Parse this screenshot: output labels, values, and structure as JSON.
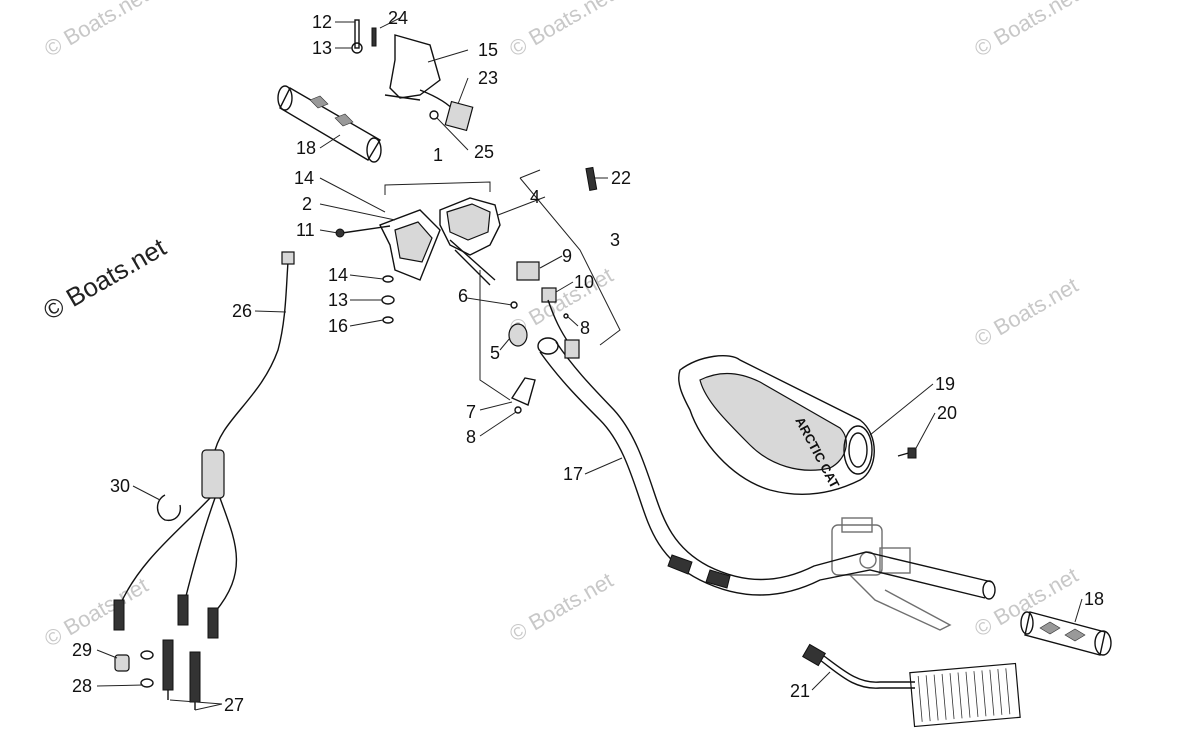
{
  "watermark": {
    "main": "© Boats.net",
    "faint": "© Boats.net"
  },
  "callouts": [
    {
      "id": "c1",
      "text": "1"
    },
    {
      "id": "c2",
      "text": "2"
    },
    {
      "id": "c3",
      "text": "3"
    },
    {
      "id": "c4",
      "text": "4"
    },
    {
      "id": "c5",
      "text": "5"
    },
    {
      "id": "c6",
      "text": "6"
    },
    {
      "id": "c7",
      "text": "7"
    },
    {
      "id": "c8a",
      "text": "8"
    },
    {
      "id": "c8b",
      "text": "8"
    },
    {
      "id": "c9",
      "text": "9"
    },
    {
      "id": "c10",
      "text": "10"
    },
    {
      "id": "c11",
      "text": "11"
    },
    {
      "id": "c12",
      "text": "12"
    },
    {
      "id": "c13a",
      "text": "13"
    },
    {
      "id": "c13b",
      "text": "13"
    },
    {
      "id": "c14a",
      "text": "14"
    },
    {
      "id": "c14b",
      "text": "14"
    },
    {
      "id": "c15",
      "text": "15"
    },
    {
      "id": "c16",
      "text": "16"
    },
    {
      "id": "c17",
      "text": "17"
    },
    {
      "id": "c18a",
      "text": "18"
    },
    {
      "id": "c18b",
      "text": "18"
    },
    {
      "id": "c19",
      "text": "19"
    },
    {
      "id": "c20",
      "text": "20"
    },
    {
      "id": "c21",
      "text": "21"
    },
    {
      "id": "c22",
      "text": "22"
    },
    {
      "id": "c23",
      "text": "23"
    },
    {
      "id": "c24",
      "text": "24"
    },
    {
      "id": "c25",
      "text": "25"
    },
    {
      "id": "c26",
      "text": "26"
    },
    {
      "id": "c27",
      "text": "27"
    },
    {
      "id": "c28",
      "text": "28"
    },
    {
      "id": "c29",
      "text": "29"
    },
    {
      "id": "c30",
      "text": "30"
    }
  ],
  "pad_text": "ARCTIC CAT"
}
